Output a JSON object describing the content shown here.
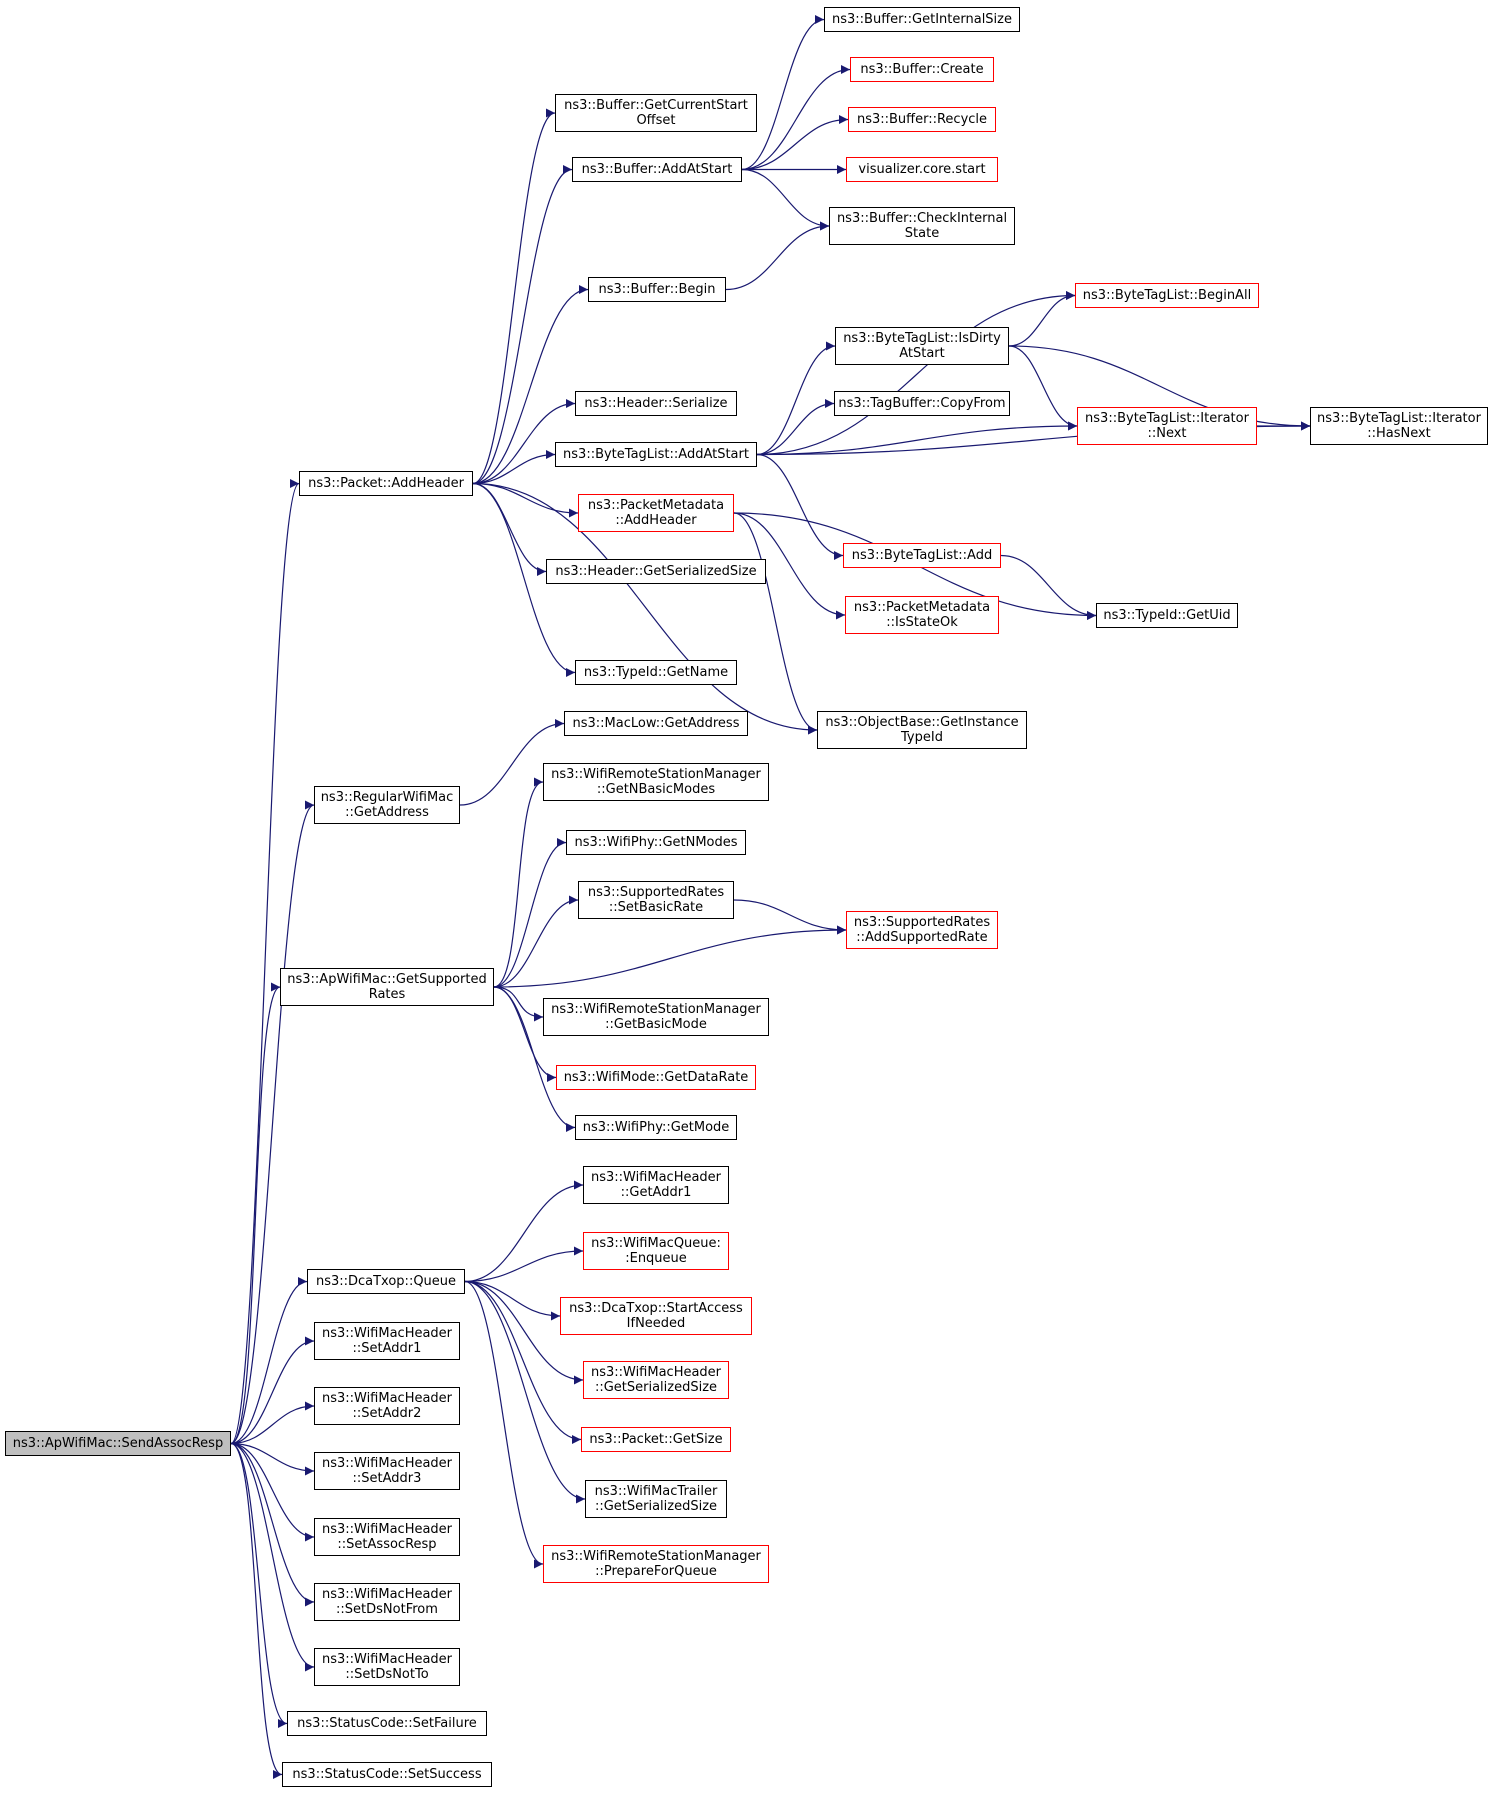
{
  "colors": {
    "edge": "#191970",
    "node_border": "#000000",
    "truncated_border": "#ff0000",
    "root_fill": "#bfbfbf"
  },
  "nodes": [
    {
      "id": "root",
      "label": "ns3::ApWifiMac::SendAssocResp",
      "style": "root"
    },
    {
      "id": "pkt_addheader",
      "label": "ns3::Packet::AddHeader"
    },
    {
      "id": "buf_getcurrentstart",
      "label": "ns3::Buffer::GetCurrentStart\nOffset"
    },
    {
      "id": "buf_addatstart",
      "label": "ns3::Buffer::AddAtStart"
    },
    {
      "id": "buf_getinternalsize",
      "label": "ns3::Buffer::GetInternalSize"
    },
    {
      "id": "buf_create",
      "label": "ns3::Buffer::Create",
      "style": "red"
    },
    {
      "id": "buf_recycle",
      "label": "ns3::Buffer::Recycle",
      "style": "red"
    },
    {
      "id": "vis_start",
      "label": "visualizer.core.start",
      "style": "red"
    },
    {
      "id": "buf_checkinternal",
      "label": "ns3::Buffer::CheckInternal\nState"
    },
    {
      "id": "buf_begin",
      "label": "ns3::Buffer::Begin"
    },
    {
      "id": "btl_beginall",
      "label": "ns3::ByteTagList::BeginAll",
      "style": "red"
    },
    {
      "id": "btl_isdirty",
      "label": "ns3::ByteTagList::IsDirty\nAtStart"
    },
    {
      "id": "hdr_serialize",
      "label": "ns3::Header::Serialize"
    },
    {
      "id": "tagbuf_copyfrom",
      "label": "ns3::TagBuffer::CopyFrom"
    },
    {
      "id": "btl_addatstart",
      "label": "ns3::ByteTagList::AddAtStart"
    },
    {
      "id": "btl_iter_next",
      "label": "ns3::ByteTagList::Iterator\n::Next",
      "style": "red"
    },
    {
      "id": "btl_iter_hasnext",
      "label": "ns3::ByteTagList::Iterator\n::HasNext"
    },
    {
      "id": "pm_addheader",
      "label": "ns3::PacketMetadata\n::AddHeader",
      "style": "red"
    },
    {
      "id": "btl_add",
      "label": "ns3::ByteTagList::Add",
      "style": "red"
    },
    {
      "id": "hdr_getserializedsize",
      "label": "ns3::Header::GetSerializedSize"
    },
    {
      "id": "pm_isstateok",
      "label": "ns3::PacketMetadata\n::IsStateOk",
      "style": "red"
    },
    {
      "id": "typeid_getuid",
      "label": "ns3::TypeId::GetUid"
    },
    {
      "id": "typeid_getname",
      "label": "ns3::TypeId::GetName"
    },
    {
      "id": "objbase_getinstance",
      "label": "ns3::ObjectBase::GetInstance\nTypeId"
    },
    {
      "id": "maclow_getaddress",
      "label": "ns3::MacLow::GetAddress"
    },
    {
      "id": "rwm_getaddress",
      "label": "ns3::RegularWifiMac\n::GetAddress"
    },
    {
      "id": "wrsm_getnbasicmodes",
      "label": "ns3::WifiRemoteStationManager\n::GetNBasicModes"
    },
    {
      "id": "phy_getnmodes",
      "label": "ns3::WifiPhy::GetNModes"
    },
    {
      "id": "sr_setbasicrate",
      "label": "ns3::SupportedRates\n::SetBasicRate"
    },
    {
      "id": "sr_addsupportedrate",
      "label": "ns3::SupportedRates\n::AddSupportedRate",
      "style": "red"
    },
    {
      "id": "ap_getsupportedrates",
      "label": "ns3::ApWifiMac::GetSupported\nRates"
    },
    {
      "id": "wrsm_getbasicmode",
      "label": "ns3::WifiRemoteStationManager\n::GetBasicMode"
    },
    {
      "id": "mode_getdatarate",
      "label": "ns3::WifiMode::GetDataRate",
      "style": "red"
    },
    {
      "id": "phy_getmode",
      "label": "ns3::WifiPhy::GetMode"
    },
    {
      "id": "wmh_getaddr1",
      "label": "ns3::WifiMacHeader\n::GetAddr1"
    },
    {
      "id": "wmq_enqueue",
      "label": "ns3::WifiMacQueue:\n:Enqueue",
      "style": "red"
    },
    {
      "id": "dca_queue",
      "label": "ns3::DcaTxop::Queue"
    },
    {
      "id": "dca_startaccess",
      "label": "ns3::DcaTxop::StartAccess\nIfNeeded",
      "style": "red"
    },
    {
      "id": "wmh_setaddr1",
      "label": "ns3::WifiMacHeader\n::SetAddr1"
    },
    {
      "id": "wmh_getserializedsize",
      "label": "ns3::WifiMacHeader\n::GetSerializedSize",
      "style": "red"
    },
    {
      "id": "wmh_setaddr2",
      "label": "ns3::WifiMacHeader\n::SetAddr2"
    },
    {
      "id": "pkt_getsize",
      "label": "ns3::Packet::GetSize",
      "style": "red"
    },
    {
      "id": "wmh_setaddr3",
      "label": "ns3::WifiMacHeader\n::SetAddr3"
    },
    {
      "id": "wmt_getserializedsize",
      "label": "ns3::WifiMacTrailer\n::GetSerializedSize"
    },
    {
      "id": "wmh_setassocresp",
      "label": "ns3::WifiMacHeader\n::SetAssocResp"
    },
    {
      "id": "wrsm_prepareforqueue",
      "label": "ns3::WifiRemoteStationManager\n::PrepareForQueue",
      "style": "red"
    },
    {
      "id": "wmh_setdsnotfrom",
      "label": "ns3::WifiMacHeader\n::SetDsNotFrom"
    },
    {
      "id": "wmh_setdsnotto",
      "label": "ns3::WifiMacHeader\n::SetDsNotTo"
    },
    {
      "id": "sc_setfailure",
      "label": "ns3::StatusCode::SetFailure"
    },
    {
      "id": "sc_setsuccess",
      "label": "ns3::StatusCode::SetSuccess"
    }
  ],
  "edges": [
    [
      "root",
      "pkt_addheader"
    ],
    [
      "root",
      "rwm_getaddress"
    ],
    [
      "root",
      "ap_getsupportedrates"
    ],
    [
      "root",
      "dca_queue"
    ],
    [
      "root",
      "wmh_setaddr1"
    ],
    [
      "root",
      "wmh_setaddr2"
    ],
    [
      "root",
      "wmh_setaddr3"
    ],
    [
      "root",
      "wmh_setassocresp"
    ],
    [
      "root",
      "wmh_setdsnotfrom"
    ],
    [
      "root",
      "wmh_setdsnotto"
    ],
    [
      "root",
      "sc_setfailure"
    ],
    [
      "root",
      "sc_setsuccess"
    ],
    [
      "pkt_addheader",
      "buf_getcurrentstart"
    ],
    [
      "pkt_addheader",
      "buf_addatstart"
    ],
    [
      "pkt_addheader",
      "buf_begin"
    ],
    [
      "pkt_addheader",
      "hdr_serialize"
    ],
    [
      "pkt_addheader",
      "btl_addatstart"
    ],
    [
      "pkt_addheader",
      "pm_addheader"
    ],
    [
      "pkt_addheader",
      "hdr_getserializedsize"
    ],
    [
      "pkt_addheader",
      "typeid_getname"
    ],
    [
      "pkt_addheader",
      "objbase_getinstance"
    ],
    [
      "buf_addatstart",
      "buf_getinternalsize"
    ],
    [
      "buf_addatstart",
      "buf_create"
    ],
    [
      "buf_addatstart",
      "buf_recycle"
    ],
    [
      "buf_addatstart",
      "vis_start"
    ],
    [
      "buf_addatstart",
      "buf_checkinternal"
    ],
    [
      "buf_begin",
      "buf_checkinternal"
    ],
    [
      "btl_addatstart",
      "btl_beginall"
    ],
    [
      "btl_addatstart",
      "btl_isdirty"
    ],
    [
      "btl_addatstart",
      "tagbuf_copyfrom"
    ],
    [
      "btl_addatstart",
      "btl_iter_next"
    ],
    [
      "btl_addatstart",
      "btl_iter_hasnext"
    ],
    [
      "btl_addatstart",
      "btl_add"
    ],
    [
      "btl_isdirty",
      "btl_beginall"
    ],
    [
      "btl_isdirty",
      "btl_iter_next"
    ],
    [
      "btl_isdirty",
      "btl_iter_hasnext"
    ],
    [
      "btl_iter_next",
      "btl_iter_hasnext"
    ],
    [
      "btl_add",
      "typeid_getuid"
    ],
    [
      "pm_addheader",
      "pm_isstateok"
    ],
    [
      "pm_addheader",
      "typeid_getuid"
    ],
    [
      "pm_addheader",
      "objbase_getinstance"
    ],
    [
      "rwm_getaddress",
      "maclow_getaddress"
    ],
    [
      "ap_getsupportedrates",
      "wrsm_getnbasicmodes"
    ],
    [
      "ap_getsupportedrates",
      "phy_getnmodes"
    ],
    [
      "ap_getsupportedrates",
      "sr_setbasicrate"
    ],
    [
      "ap_getsupportedrates",
      "sr_addsupportedrate"
    ],
    [
      "ap_getsupportedrates",
      "wrsm_getbasicmode"
    ],
    [
      "ap_getsupportedrates",
      "mode_getdatarate"
    ],
    [
      "ap_getsupportedrates",
      "phy_getmode"
    ],
    [
      "sr_setbasicrate",
      "sr_addsupportedrate"
    ],
    [
      "dca_queue",
      "wmh_getaddr1"
    ],
    [
      "dca_queue",
      "wmq_enqueue"
    ],
    [
      "dca_queue",
      "dca_startaccess"
    ],
    [
      "dca_queue",
      "wmh_getserializedsize"
    ],
    [
      "dca_queue",
      "pkt_getsize"
    ],
    [
      "dca_queue",
      "wmt_getserializedsize"
    ],
    [
      "dca_queue",
      "wrsm_prepareforqueue"
    ]
  ]
}
